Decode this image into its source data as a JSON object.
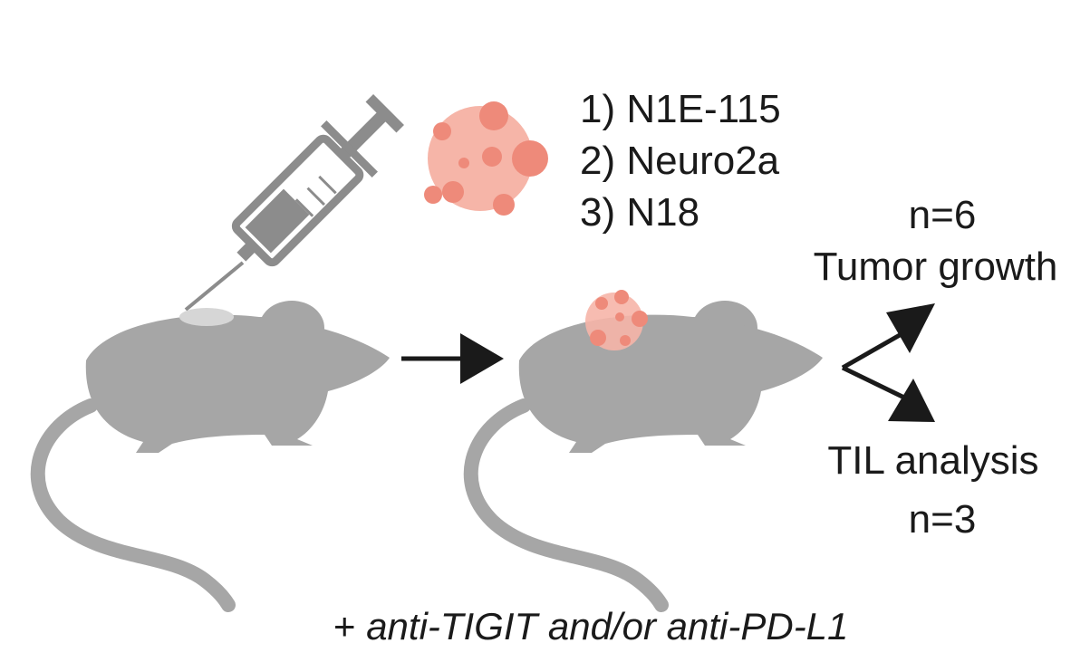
{
  "cell_lines": [
    {
      "label": "1) N1E-115"
    },
    {
      "label": "2) Neuro2a"
    },
    {
      "label": "3) N18"
    }
  ],
  "outcomes": {
    "growth": {
      "n": "n=6",
      "label": "Tumor growth"
    },
    "til": {
      "label": "TIL analysis",
      "n": "n=3"
    }
  },
  "treatment": {
    "plus": "+",
    "text": "anti-TIGIT and/or anti-PD-L1"
  },
  "colors": {
    "mouse": "#a6a6a6",
    "syringe": "#8c8c8c",
    "tumor_base": "#f6b5a8",
    "tumor_spot": "#ee8a7a",
    "arrow": "#1a1a1a"
  },
  "icons": [
    "syringe-icon",
    "tumor-cells-icon",
    "mouse-icon",
    "tumor-bearing-mouse-icon",
    "arrow-icon"
  ]
}
